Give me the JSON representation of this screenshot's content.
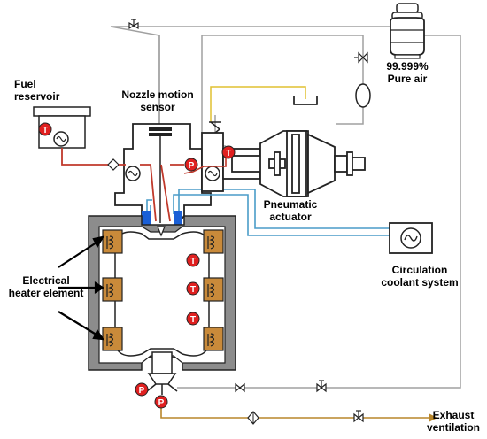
{
  "labels": {
    "fuel_reservoir": [
      "Fuel",
      "reservoir"
    ],
    "nozzle_sensor": [
      "Nozzle motion",
      "sensor"
    ],
    "pure_air": [
      "99.999%",
      "Pure air"
    ],
    "pneumatic_actuator": [
      "Pneumatic",
      "actuator"
    ],
    "circulation_coolant": [
      "Circulation",
      "coolant system"
    ],
    "heater_element": [
      "Electrical",
      "heater element"
    ],
    "exhaust": [
      "Exhaust",
      "ventilation"
    ]
  },
  "badges": {
    "temperature": "T",
    "pressure": "P"
  },
  "colors": {
    "fuel_line": "#c0392b",
    "coolant_line": "#4a9cc8",
    "air_line": "#a0a0a0",
    "exhaust_line": "#b8862a",
    "supply_line": "#e0c030",
    "heater_fill": "#c98a3a",
    "chamber_wall": "#8c8c8c",
    "badge_red": "#e02020"
  }
}
